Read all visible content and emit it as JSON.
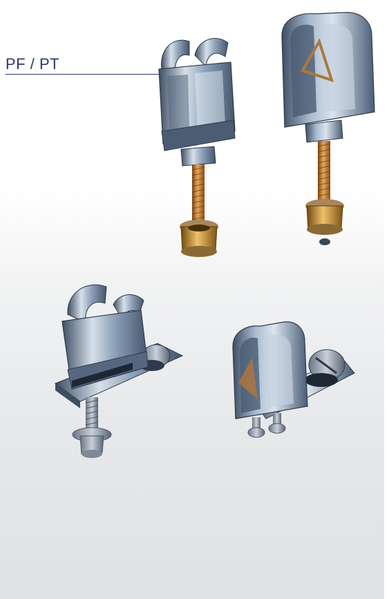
{
  "label": {
    "text": "PF / PT"
  },
  "colors": {
    "label": "#2a3a6a",
    "leader_line": "#2a3a6a",
    "metal_light": "#d7e0ea",
    "metal_mid": "#8fa3ba",
    "metal_dark": "#3e4e63",
    "brass_light": "#f0c06a",
    "brass_dark": "#9a5a1c",
    "copper": "#c7793a",
    "background_bottom": "#dfe2e5"
  },
  "products": [
    {
      "icon": "pf-clamp-threaded-stud"
    },
    {
      "icon": "pt-clamp-threaded-stud"
    },
    {
      "icon": "pf-clamp-flat-base"
    },
    {
      "icon": "pt-clamp-flat-base"
    }
  ]
}
